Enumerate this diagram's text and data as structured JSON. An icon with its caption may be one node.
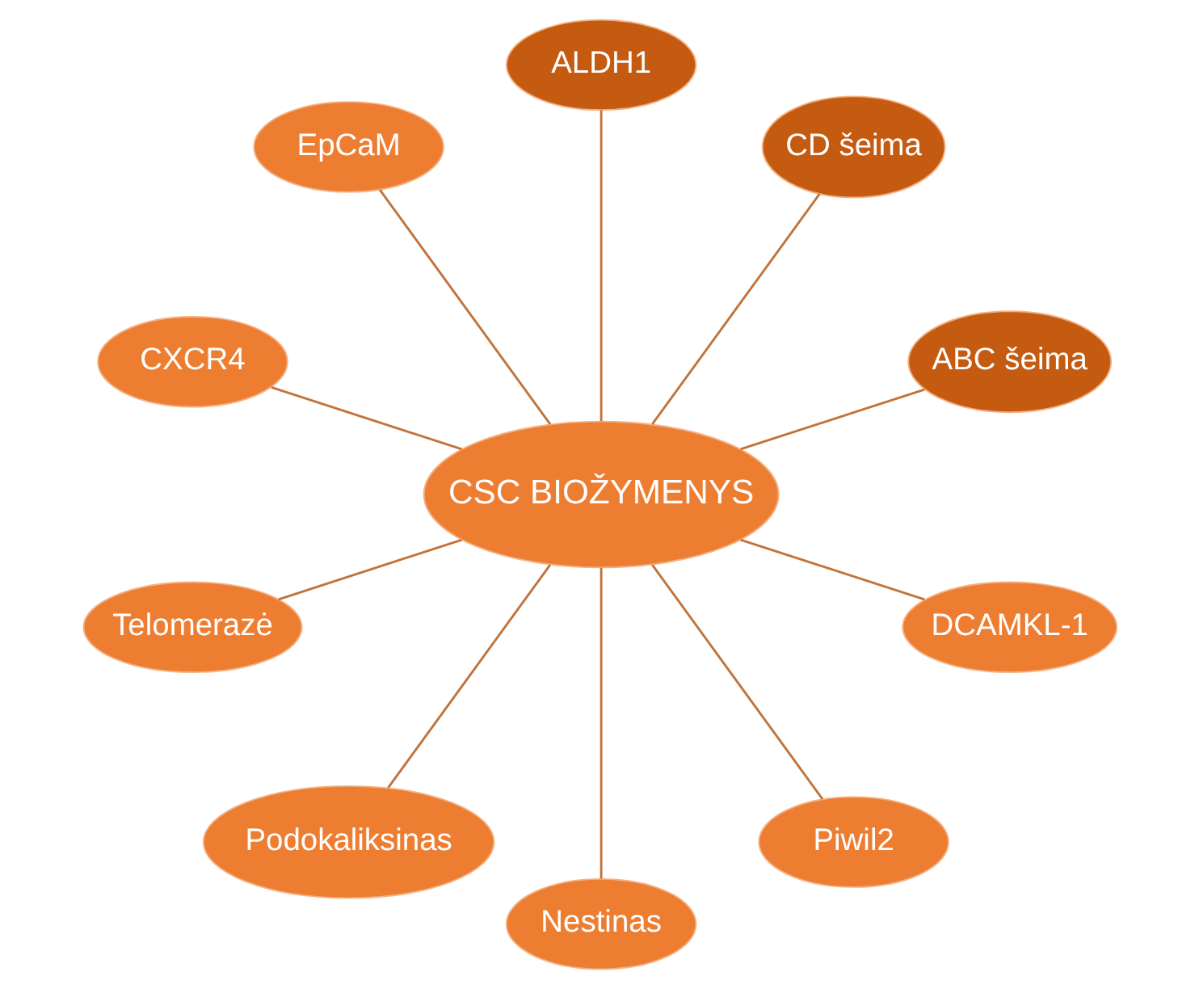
{
  "diagram": {
    "nodes": [
      {
        "text": [
          "CSC BIOŽYMENYS"
        ]
      },
      {
        "text": [
          "ABC šeima"
        ]
      },
      {
        "text": [
          "CD šeima"
        ]
      },
      {
        "text": [
          "ALDH1"
        ]
      },
      {
        "text": [
          "EpCaM"
        ]
      },
      {
        "text": [
          "CXCR4"
        ]
      },
      {
        "text": [
          "Telomerazė"
        ]
      },
      {
        "text": [
          "Podokaliksinas"
        ]
      },
      {
        "text": [
          "Nestinas"
        ]
      },
      {
        "text": [
          "Piwil2"
        ]
      },
      {
        "text": [
          "DCAMKL-1"
        ]
      }
    ],
    "edges": [
      {
        "from": 0,
        "to": 1,
        "arrow": "none"
      },
      {
        "from": 0,
        "to": 2,
        "arrow": "none"
      },
      {
        "from": 0,
        "to": 3,
        "arrow": "none"
      },
      {
        "from": 0,
        "to": 4,
        "arrow": "none"
      },
      {
        "from": 0,
        "to": 5,
        "arrow": "none"
      },
      {
        "from": 0,
        "to": 6,
        "arrow": "none"
      },
      {
        "from": 0,
        "to": 7,
        "arrow": "none"
      },
      {
        "from": 0,
        "to": 8,
        "arrow": "none"
      },
      {
        "from": 0,
        "to": 9,
        "arrow": "none"
      },
      {
        "from": 0,
        "to": 10,
        "arrow": "none"
      }
    ]
  }
}
